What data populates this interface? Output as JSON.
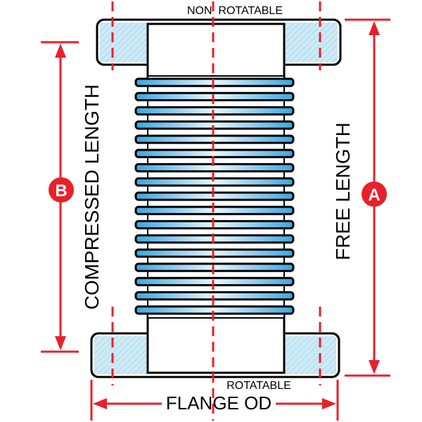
{
  "labels": {
    "non_rotatable": "NON  ROTATABLE",
    "rotatable": "ROTATABLE",
    "flange_od": "FLANGE OD",
    "compressed_length": "COMPRESSED LENGTH",
    "free_length": "FREE LENGTH",
    "marker_a": "A",
    "marker_b": "B"
  },
  "colors": {
    "dimension": "#e8202a",
    "outline": "#000000",
    "flange_fill": "#cdeaf6",
    "bellows_fill": "#4fb3e6",
    "tube_fill": "#ffffff"
  },
  "bellows": {
    "convolutions": 17
  }
}
